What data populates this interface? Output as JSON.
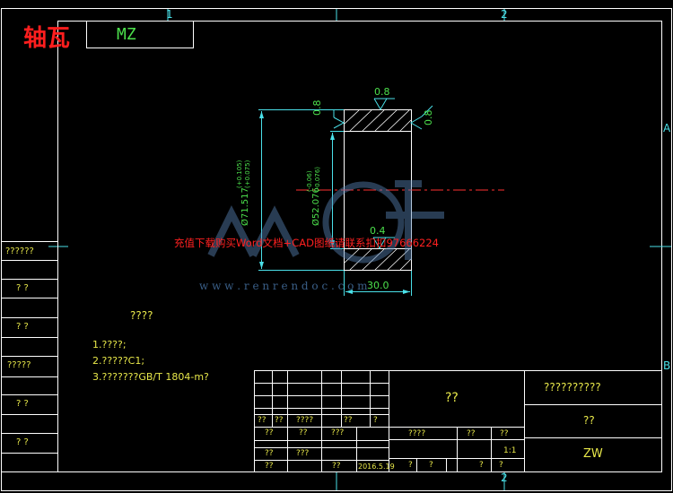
{
  "drawing": {
    "title_cn": "轴瓦",
    "code_box": "MZ",
    "zone_top_1": "1",
    "zone_top_2": "2",
    "zone_bottom_2": "2",
    "zone_right_a": "A",
    "zone_right_b": "B",
    "finish_top": "0.8",
    "finish_left": "0.8",
    "finish_right": "0.8",
    "finish_bore": "0.4",
    "dim_outer_dia": "Ø71.517",
    "dim_outer_tol_upper": "(+0.105)",
    "dim_outer_tol_lower": "(+0.075)",
    "dim_inner_dia": "Ø52.076",
    "dim_inner_tol_upper": "(-0.06)",
    "dim_inner_tol_lower": "(-0.076)",
    "dim_length": "30.0"
  },
  "watermark": {
    "text": "充值下载购买Word文档+CAD图纸请联系扣扣97666224",
    "site": "w w w . r e n r e n d o c . c o m"
  },
  "side_column": {
    "cells": [
      "??????",
      "?  ?",
      "?  ?",
      "?????",
      "?  ?",
      "?  ?"
    ]
  },
  "notes": {
    "heading": "????",
    "items": [
      "1.????;",
      "2.?????C1;",
      "3.???????GB/T 1804-m?"
    ]
  },
  "title_block": {
    "part_name": "??",
    "company": "??????????",
    "material": "??",
    "drawing_no": "ZW",
    "row3": [
      "??",
      "??",
      "????",
      "??",
      "?"
    ],
    "row4": [
      "??",
      "??",
      "???"
    ],
    "stage_label": "????",
    "weight_label": "??",
    "scale_label": "??",
    "scale_value": "1:1",
    "row6": [
      "??",
      "???"
    ],
    "signer": "??",
    "date": "2016.5.19",
    "sheet": [
      "?",
      "?",
      "?",
      "?"
    ]
  }
}
